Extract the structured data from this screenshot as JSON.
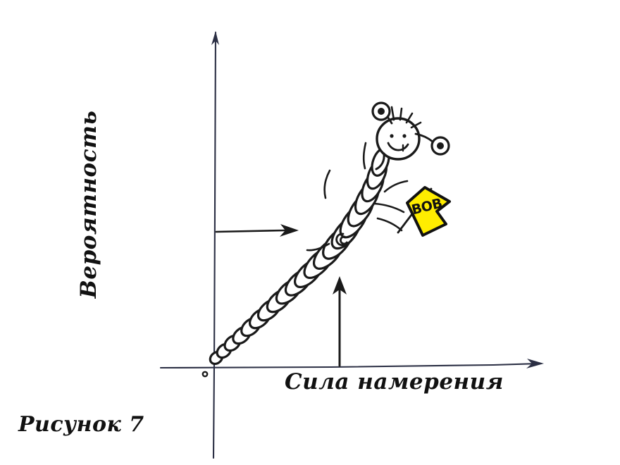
{
  "figure": {
    "caption": "Рисунок 7",
    "background_color": "#ffffff",
    "ink_color": "#1a1a1a",
    "axis_color": "#2b2f44"
  },
  "axes": {
    "y_label": "Вероятность",
    "x_label": "Сила намерения",
    "origin_marker": "origin-dot",
    "y_arrow": "arrowhead-up",
    "x_arrow": "arrowhead-right"
  },
  "annotations": {
    "y_pointer": "horizontal-arrow-pointing-at-curve",
    "x_pointer": "vertical-arrow-pointing-at-curve"
  },
  "character": {
    "name": "caterpillar",
    "flag_label": "BOB",
    "flag_color": "#ffed00",
    "flag_outline": "#111111",
    "features": [
      "smiling-face",
      "two-dot-eyes",
      "two-stalk-eyes",
      "hair-tufts",
      "segmented-body",
      "legs",
      "arms-holding-flag",
      "body-spiral-curl"
    ]
  },
  "chart_data": {
    "type": "line",
    "title": "",
    "xlabel": "Сила намерения",
    "ylabel": "Вероятность",
    "annotation": "BOB",
    "grid": false,
    "legend": null,
    "xlim": [
      0,
      10
    ],
    "ylim": [
      0,
      10
    ],
    "series": [
      {
        "name": "Вероятность",
        "x": [
          0,
          1,
          2,
          3,
          4,
          5,
          6,
          7,
          8
        ],
        "y": [
          0,
          1.1,
          2.2,
          3.3,
          4.4,
          5.4,
          6.4,
          7.3,
          8.1
        ]
      }
    ]
  }
}
